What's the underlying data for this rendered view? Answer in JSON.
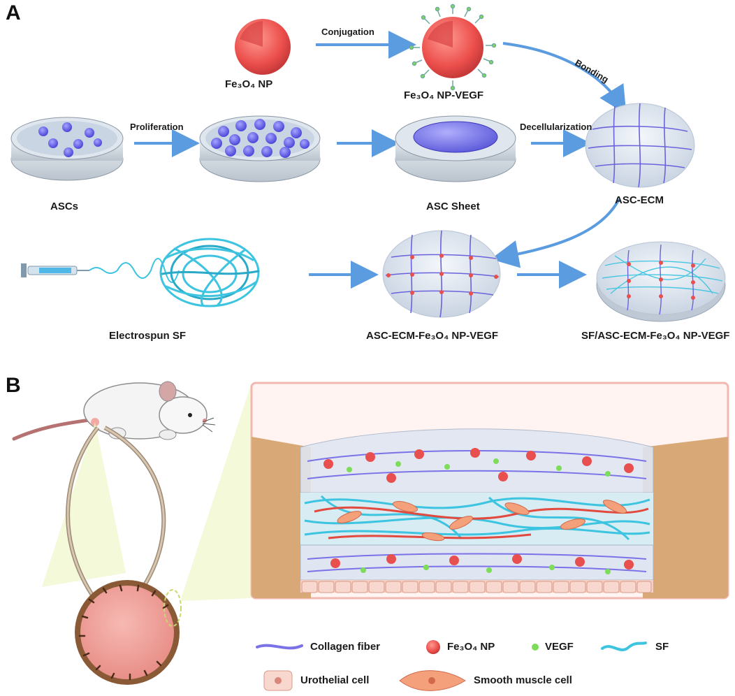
{
  "panels": {
    "a": "A",
    "b": "B"
  },
  "top_row": {
    "nanoparticle": "Fe₃O₄ NP",
    "conjugation": "Conjugation",
    "conjugated": "Fe₃O₄ NP-VEGF",
    "bonding": "Bonding"
  },
  "middle_row": {
    "ascs": "ASCs",
    "proliferation": "Proliferation",
    "sheet": "ASC Sheet",
    "decellularization": "Decellularization",
    "ecm": "ASC-ECM"
  },
  "bottom_row": {
    "electrospun": "Electrospun SF",
    "ecm_np": "ASC-ECM-Fe₃O₄ NP-VEGF",
    "composite": "SF/ASC-ECM-Fe₃O₄ NP-VEGF"
  },
  "legend": {
    "collagen": "Collagen fiber",
    "np": "Fe₃O₄ NP",
    "vegf": "VEGF",
    "sf": "SF",
    "urothelial": "Urothelial cell",
    "smooth_muscle": "Smooth muscle cell"
  },
  "colors": {
    "arrow": "#5b9be0",
    "np_red": "#e8504f",
    "vegf_green": "#7ddc5a",
    "sf_cyan": "#3cc4e0",
    "collagen": "#7b72e8",
    "tissue_tan": "#d9a877",
    "bladder_pink": "#f2a9a3"
  }
}
